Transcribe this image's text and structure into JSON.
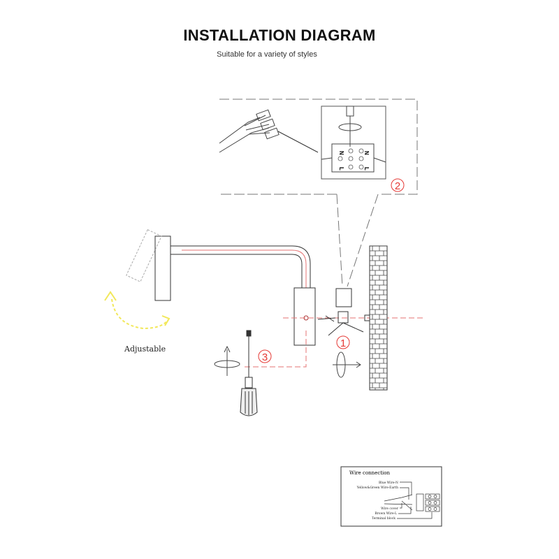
{
  "header": {
    "title": "INSTALLATION DIAGRAM",
    "subtitle": "Suitable for a variety of styles"
  },
  "diagram": {
    "adjustable_label": "Adjustable",
    "steps": [
      "1",
      "2",
      "3"
    ],
    "terminal_labels": {
      "n": "N",
      "l": "L"
    },
    "step_color": "#e53935",
    "guide_color": "#e57373",
    "arrow_color": "#f2e85a"
  },
  "wire_connection": {
    "title": "Wire connection",
    "labels": {
      "blue": "Blue Wire-N",
      "earth": "Yellow&Green Wire-Earth",
      "cover": "Wire cover",
      "brown": "Brown Wire-L",
      "block": "Terminal block"
    }
  }
}
